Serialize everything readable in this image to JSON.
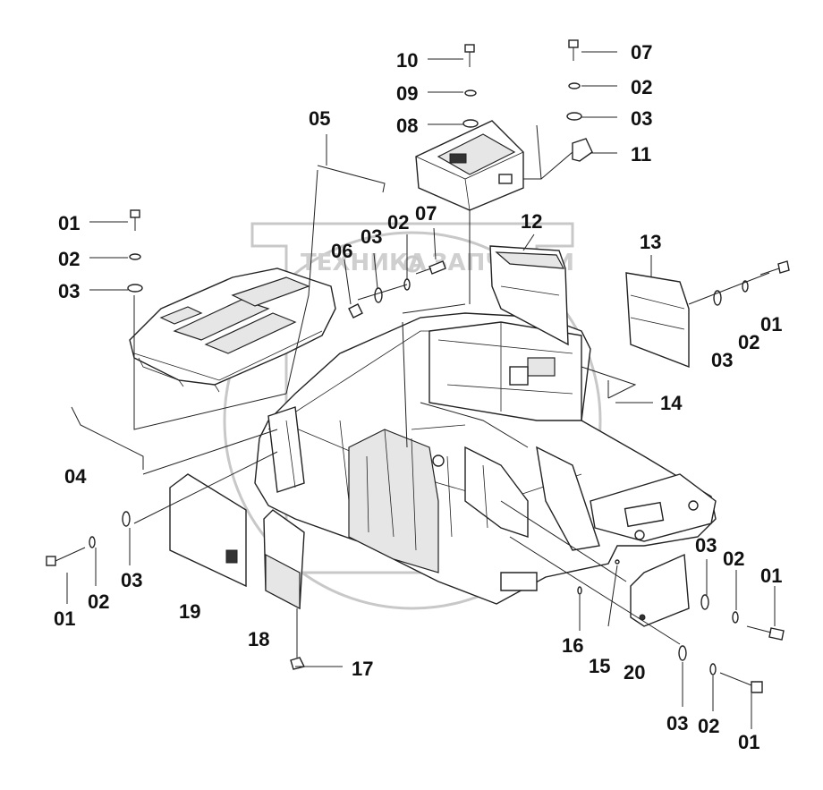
{
  "watermark": {
    "text_left": "ТЕХНИКА",
    "text_right": "ЗАПЧАСТИ"
  },
  "callouts": [
    {
      "id": "c-10",
      "text": "10"
    },
    {
      "id": "c-09",
      "text": "09"
    },
    {
      "id": "c-08",
      "text": "08"
    },
    {
      "id": "c-07a",
      "text": "07"
    },
    {
      "id": "c-02a",
      "text": "02"
    },
    {
      "id": "c-03a",
      "text": "03"
    },
    {
      "id": "c-11",
      "text": "11"
    },
    {
      "id": "c-05",
      "text": "05"
    },
    {
      "id": "c-12",
      "text": "12"
    },
    {
      "id": "c-13",
      "text": "13"
    },
    {
      "id": "c-01a",
      "text": "01"
    },
    {
      "id": "c-02b",
      "text": "02"
    },
    {
      "id": "c-03b",
      "text": "03"
    },
    {
      "id": "c-06",
      "text": "06"
    },
    {
      "id": "c-03c",
      "text": "03"
    },
    {
      "id": "c-02c",
      "text": "02"
    },
    {
      "id": "c-07b",
      "text": "07"
    },
    {
      "id": "c-03d",
      "text": "03"
    },
    {
      "id": "c-02d",
      "text": "02"
    },
    {
      "id": "c-01b",
      "text": "01"
    },
    {
      "id": "c-14",
      "text": "14"
    },
    {
      "id": "c-04",
      "text": "04"
    },
    {
      "id": "c-03e",
      "text": "03"
    },
    {
      "id": "c-01c",
      "text": "01"
    },
    {
      "id": "c-02e",
      "text": "02"
    },
    {
      "id": "c-19",
      "text": "19"
    },
    {
      "id": "c-18",
      "text": "18"
    },
    {
      "id": "c-17",
      "text": "17"
    },
    {
      "id": "c-16",
      "text": "16"
    },
    {
      "id": "c-15",
      "text": "15"
    },
    {
      "id": "c-20",
      "text": "20"
    },
    {
      "id": "c-03f",
      "text": "03"
    },
    {
      "id": "c-02f",
      "text": "02"
    },
    {
      "id": "c-01d",
      "text": "01"
    },
    {
      "id": "c-03g",
      "text": "03"
    },
    {
      "id": "c-02g",
      "text": "02"
    },
    {
      "id": "c-01e",
      "text": "01"
    }
  ]
}
